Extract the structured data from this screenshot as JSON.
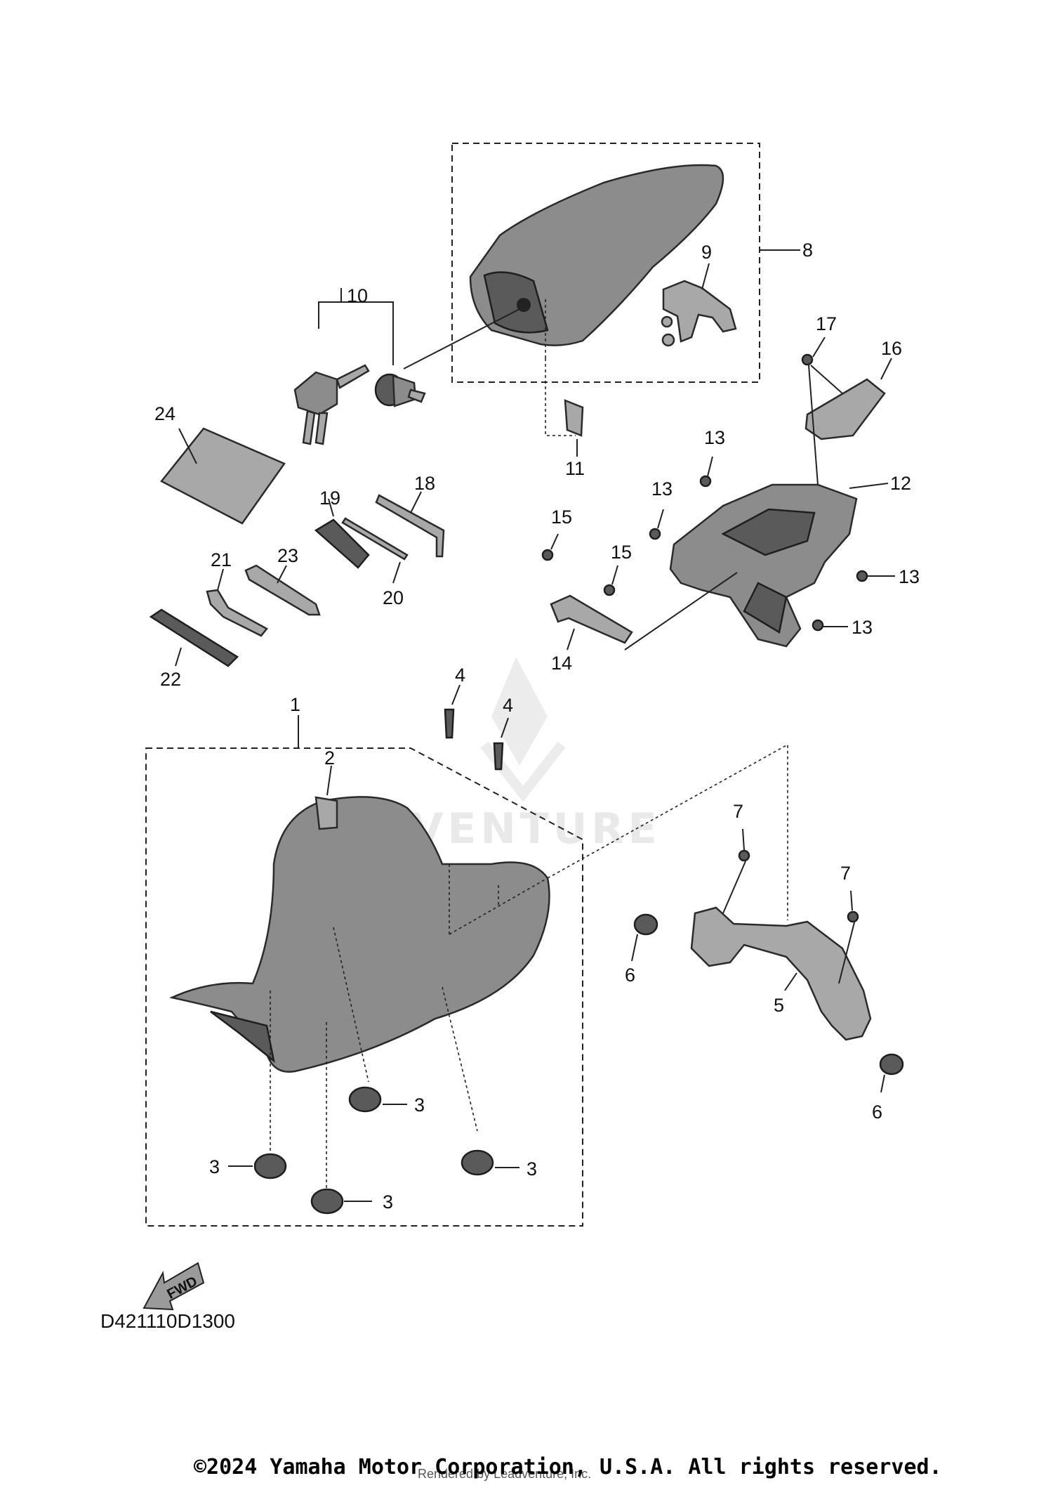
{
  "diagram": {
    "code": "D421110D1300",
    "fwd_label": "FWD",
    "watermark": "VENTURE",
    "callouts": {
      "c1": "1",
      "c2": "2",
      "c3a": "3",
      "c3b": "3",
      "c3c": "3",
      "c3d": "3",
      "c4a": "4",
      "c4b": "4",
      "c5": "5",
      "c6a": "6",
      "c6b": "6",
      "c7a": "7",
      "c7b": "7",
      "c8": "8",
      "c9": "9",
      "c10": "10",
      "c11": "11",
      "c12": "12",
      "c13a": "13",
      "c13b": "13",
      "c13c": "13",
      "c13d": "13",
      "c14": "14",
      "c15a": "15",
      "c15b": "15",
      "c16": "16",
      "c17": "17",
      "c18": "18",
      "c19": "19",
      "c20": "20",
      "c21": "21",
      "c22": "22",
      "c23": "23",
      "c24": "24"
    }
  },
  "footer": {
    "copyright": "©2024 Yamaha Motor Corporation, U.S.A. All rights reserved.",
    "rendered_by": "Rendered by Leadventure, Inc."
  },
  "colors": {
    "part_fill": "#8c8c8c",
    "outline": "#2a2a2a",
    "background": "#ffffff"
  }
}
